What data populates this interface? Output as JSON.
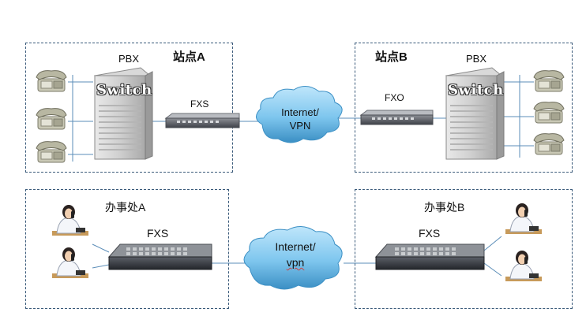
{
  "diagram": {
    "top": {
      "site_a": {
        "title": "站点A",
        "pbx_label": "PBX",
        "switch_text": "Switch",
        "gateway_label": "FXS",
        "phone_count": 3
      },
      "cloud": {
        "line1": "Internet/",
        "line2": "VPN"
      },
      "site_b": {
        "title": "站点B",
        "pbx_label": "PBX",
        "switch_text": "Switch",
        "gateway_label": "FXO",
        "phone_count": 3
      }
    },
    "bottom": {
      "office_a": {
        "title": "办事处A",
        "gateway_label": "FXS",
        "person_count": 2
      },
      "cloud": {
        "line1": "Internet/",
        "line2": "vpn"
      },
      "office_b": {
        "title": "办事处B",
        "gateway_label": "FXS",
        "person_count": 2
      }
    }
  },
  "colors": {
    "box_border": "#3a5a7a",
    "cloud_fill": "#7ec6ee",
    "cloud_edge": "#3b8fc4",
    "link_line": "#5b8db8",
    "switch_body": "#9fa3a8",
    "switch_face": "#4a4e56"
  }
}
